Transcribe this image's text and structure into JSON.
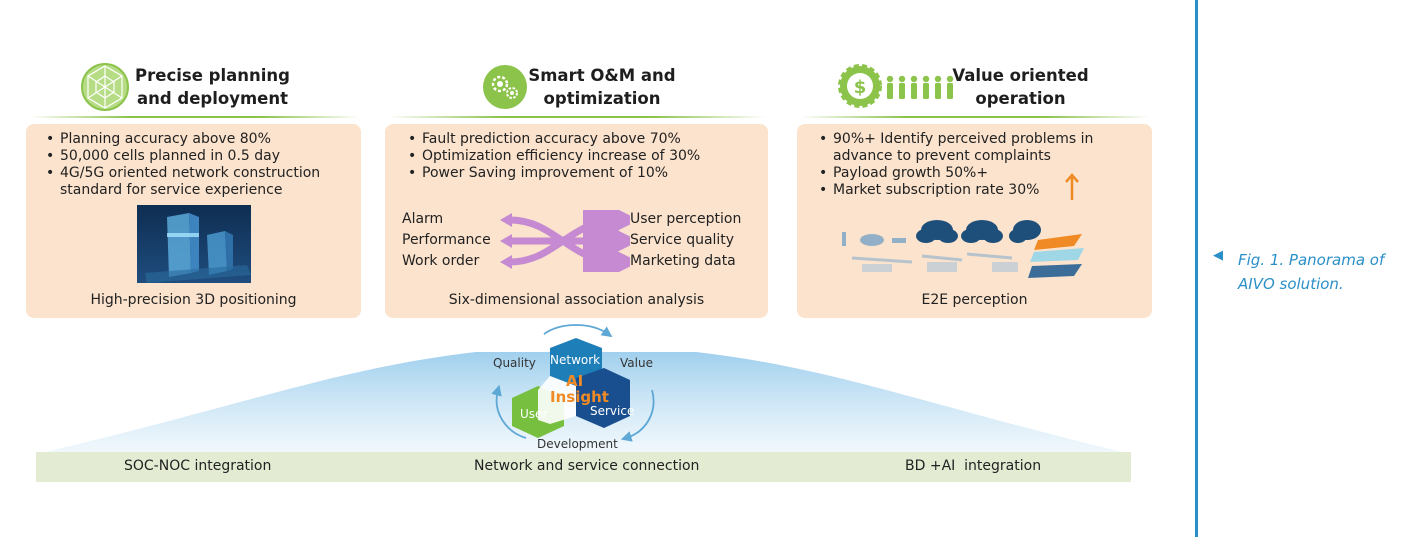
{
  "columns": [
    {
      "title_line1": "Precise planning",
      "title_line2": "and deployment",
      "bullets": [
        "Planning accuracy above 80%",
        "50,000 cells planned in 0.5 day",
        "4G/5G oriented network construction standard for service experience"
      ],
      "caption": "High-precision 3D positioning",
      "icon": "globe-network-icon"
    },
    {
      "title_line1": "Smart O&M and",
      "title_line2": "optimization",
      "bullets": [
        "Fault prediction accuracy above 70%",
        "Optimization efficiency increase of 30%",
        "Power Saving improvement of 10%"
      ],
      "inputs": [
        "Alarm",
        "Performance",
        "Work order"
      ],
      "outputs": [
        "User perception",
        "Service quality",
        "Marketing data"
      ],
      "caption": "Six-dimensional association analysis",
      "icon": "gears-icon"
    },
    {
      "title_line1": "Value oriented",
      "title_line2": "operation",
      "bullets": [
        "90%+ Identify perceived problems in advance to prevent complaints",
        "Payload growth 50%+",
        "Market subscription rate 30%"
      ],
      "caption": "E2E perception",
      "icon": "dollar-gear-people-icon"
    }
  ],
  "center": {
    "hex_network": "Network",
    "hex_user": "User",
    "hex_service": "Service",
    "ai": "AI",
    "insight": "Insight",
    "ring_quality": "Quality",
    "ring_value": "Value",
    "ring_development": "Development"
  },
  "base": {
    "left": "SOC-NOC integration",
    "middle": "Network and service connection",
    "right": "BD +AI  integration"
  },
  "figure_caption": "Fig. 1. Panorama of AIVO solution.",
  "colors": {
    "accent_green": "#8cc34b",
    "panel": "#fbe3cd",
    "base_bar": "#e3ecd3",
    "caption_blue": "#2a8fc8",
    "arrow_purple": "#c58ad1",
    "orange": "#f08a24"
  }
}
